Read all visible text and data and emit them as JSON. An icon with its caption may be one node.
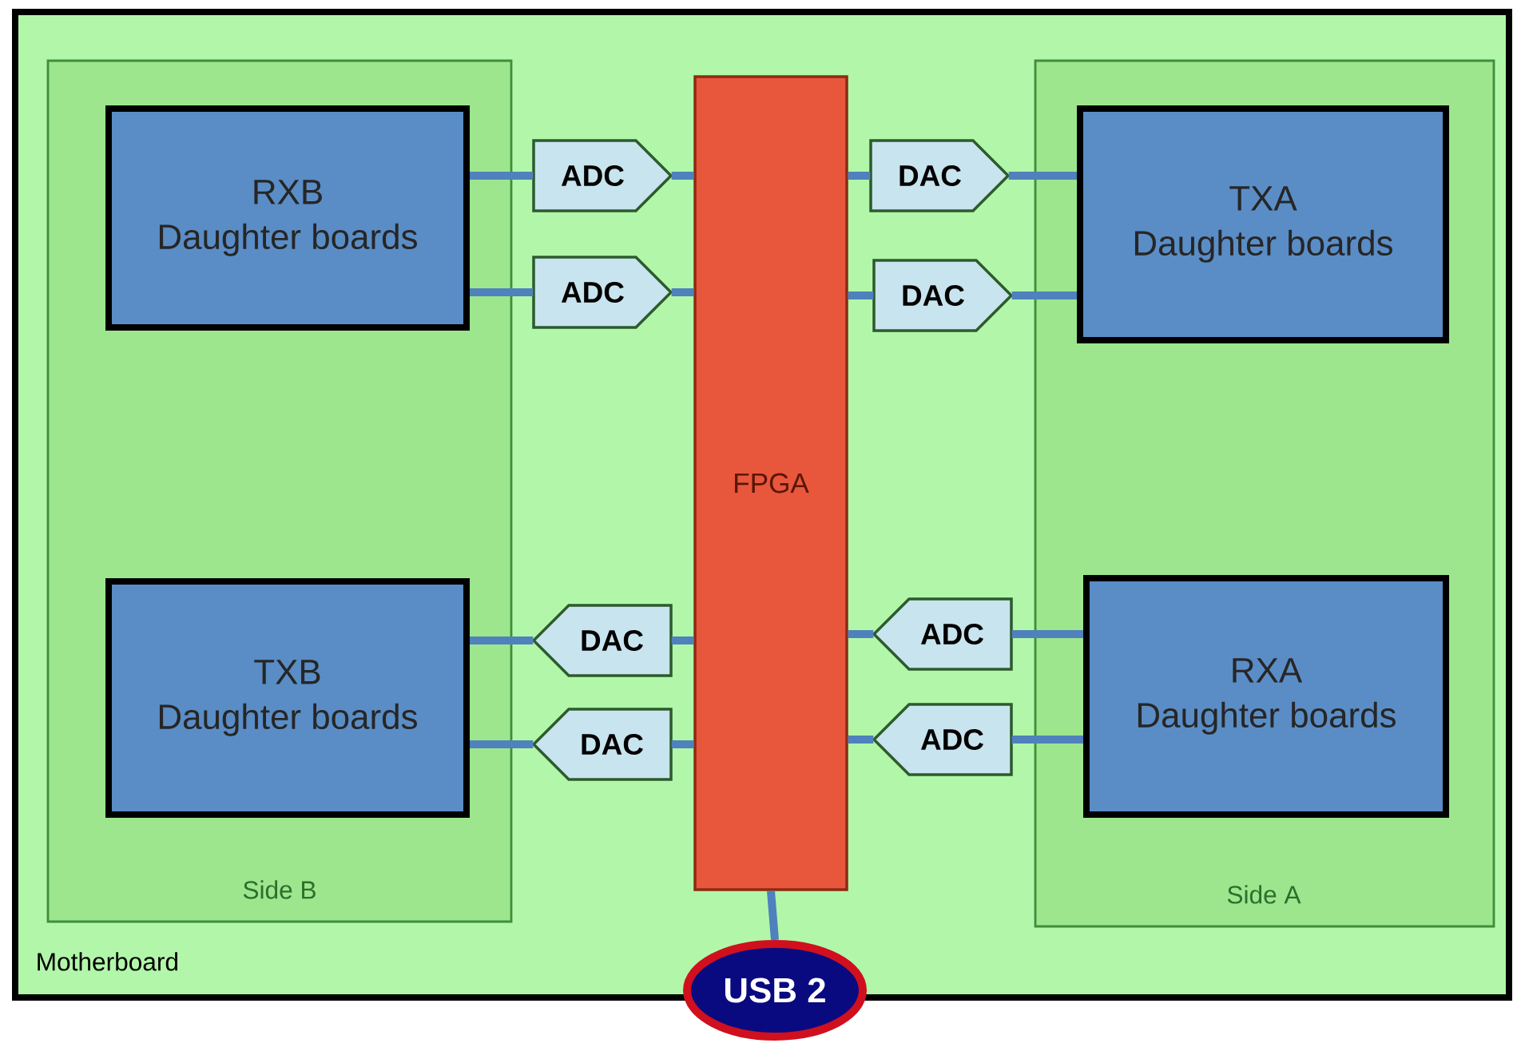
{
  "diagram": {
    "nodes": [
      {
        "text": [
          "Motherboard"
        ]
      },
      {
        "text": [
          "Side B"
        ],
        "in": 0
      },
      {
        "text": [
          "Side A"
        ],
        "in": 0
      },
      {
        "text": [
          "RXB Daughter boards"
        ],
        "in": 1
      },
      {
        "text": [
          "TXA Daughter boards"
        ],
        "in": 2
      },
      {
        "text": [
          "TXB Daughter boards"
        ],
        "in": 1
      },
      {
        "text": [
          "RXA Daughter boards"
        ],
        "in": 2
      },
      {
        "text": [
          "FPGA"
        ],
        "in": 0
      },
      {
        "text": [
          "USB 2"
        ]
      },
      {
        "text": [
          "ADC"
        ],
        "in": 0
      },
      {
        "text": [
          "DAC"
        ],
        "in": 0
      },
      {
        "text": [
          "ADC"
        ],
        "in": 0
      },
      {
        "text": [
          "DAC"
        ],
        "in": 0
      },
      {
        "text": [
          "DAC"
        ],
        "in": 0
      },
      {
        "text": [
          "ADC"
        ],
        "in": 0
      },
      {
        "text": [
          "DAC"
        ],
        "in": 0
      },
      {
        "text": [
          "ADC"
        ],
        "in": 0
      }
    ],
    "edges": [
      {
        "from": 3,
        "to": 9,
        "arrow": "none"
      },
      {
        "from": 9,
        "to": 7,
        "arrow": "none"
      },
      {
        "from": 7,
        "to": 10,
        "arrow": "none"
      },
      {
        "from": 10,
        "to": 4,
        "arrow": "none"
      },
      {
        "from": 3,
        "to": 11,
        "arrow": "none"
      },
      {
        "from": 11,
        "to": 7,
        "arrow": "none"
      },
      {
        "from": 7,
        "to": 12,
        "arrow": "none"
      },
      {
        "from": 12,
        "to": 4,
        "arrow": "none"
      },
      {
        "from": 5,
        "to": 13,
        "arrow": "none"
      },
      {
        "from": 13,
        "to": 7,
        "arrow": "none"
      },
      {
        "from": 7,
        "to": 14,
        "arrow": "none"
      },
      {
        "from": 14,
        "to": 6,
        "arrow": "none"
      },
      {
        "from": 5,
        "to": 15,
        "arrow": "none"
      },
      {
        "from": 15,
        "to": 7,
        "arrow": "none"
      },
      {
        "from": 7,
        "to": 16,
        "arrow": "none"
      },
      {
        "from": 16,
        "to": 6,
        "arrow": "none"
      },
      {
        "from": 7,
        "to": 8,
        "arrow": "none"
      }
    ]
  }
}
